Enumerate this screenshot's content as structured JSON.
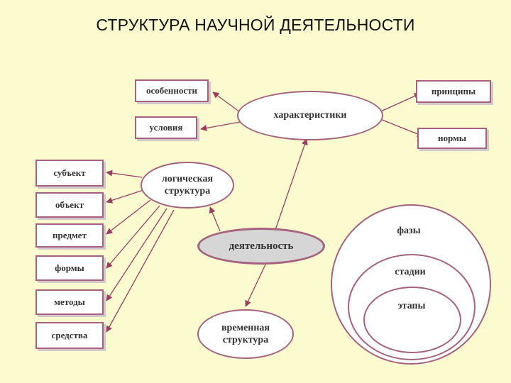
{
  "title": "СТРУКТУРА НАУЧНОЙ ДЕЯТЕЛЬНОСТИ",
  "center": "деятельность",
  "characteristics": {
    "label": "характеристики",
    "left": [
      "особенности",
      "условия"
    ],
    "right": [
      "принципы",
      "нормы"
    ]
  },
  "logical": {
    "line1": "логическая",
    "line2": "структура",
    "items": [
      "субъект",
      "объект",
      "предмет",
      "формы",
      "методы",
      "средства"
    ]
  },
  "temporal": {
    "line1": "временная",
    "line2": "структура",
    "nested": [
      "фазы",
      "стадии",
      "этапы"
    ]
  },
  "colors": {
    "background": "#fbfbcf",
    "stroke": "#a5627e",
    "arrow": "#9a3f62",
    "center_fill": "#d6d6d6"
  }
}
